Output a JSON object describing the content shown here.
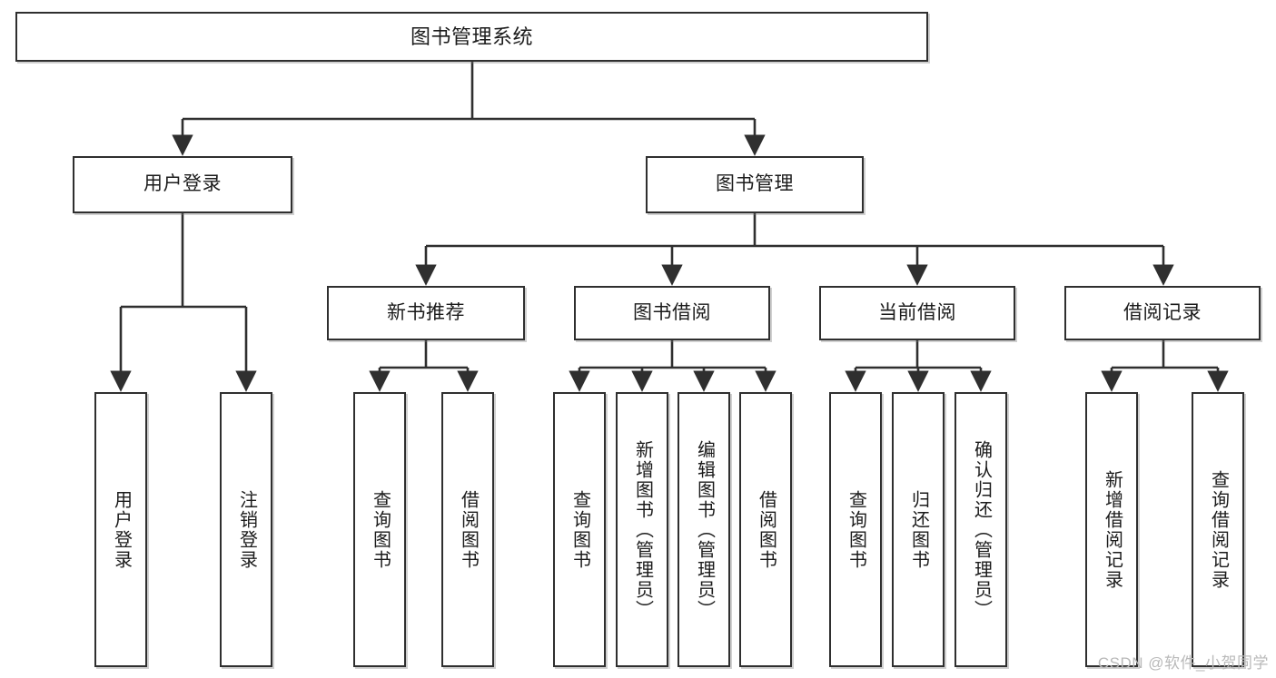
{
  "diagram": {
    "title": "图书管理系统",
    "watermark": "CSDN @软件_小贺同学",
    "type": "tree",
    "orientation": "top-down",
    "line_color": "#2f2f2f",
    "box_fill": "#ffffff",
    "text_color": "#1b1b1b",
    "nodes": {
      "root": {
        "label": "图书管理系统"
      },
      "level2": [
        {
          "id": "user-login",
          "label": "用户登录"
        },
        {
          "id": "book-manage",
          "label": "图书管理"
        }
      ],
      "level3": [
        {
          "id": "new-book-recommend",
          "label": "新书推荐",
          "parent": "book-manage"
        },
        {
          "id": "book-borrow",
          "label": "图书借阅",
          "parent": "book-manage"
        },
        {
          "id": "current-borrow",
          "label": "当前借阅",
          "parent": "book-manage"
        },
        {
          "id": "borrow-record",
          "label": "借阅记录",
          "parent": "book-manage"
        }
      ],
      "leaves": {
        "user-login": [
          {
            "id": "leaf-user-login",
            "label": "用户登录"
          },
          {
            "id": "leaf-logout",
            "label": "注销登录"
          }
        ],
        "new-book-recommend": [
          {
            "id": "leaf-query-book-1",
            "label": "查询图书"
          },
          {
            "id": "leaf-borrow-book-1",
            "label": "借阅图书"
          }
        ],
        "book-borrow": [
          {
            "id": "leaf-query-book-2",
            "label": "查询图书"
          },
          {
            "id": "leaf-add-book",
            "label": "新增图书（管理员）"
          },
          {
            "id": "leaf-edit-book",
            "label": "编辑图书（管理员）"
          },
          {
            "id": "leaf-borrow-book-2",
            "label": "借阅图书"
          }
        ],
        "current-borrow": [
          {
            "id": "leaf-query-book-3",
            "label": "查询图书"
          },
          {
            "id": "leaf-return-book",
            "label": "归还图书"
          },
          {
            "id": "leaf-confirm-return",
            "label": "确认归还（管理员）"
          }
        ],
        "borrow-record": [
          {
            "id": "leaf-add-record",
            "label": "新增借阅记录"
          },
          {
            "id": "leaf-query-record",
            "label": "查询借阅记录"
          }
        ]
      }
    }
  }
}
